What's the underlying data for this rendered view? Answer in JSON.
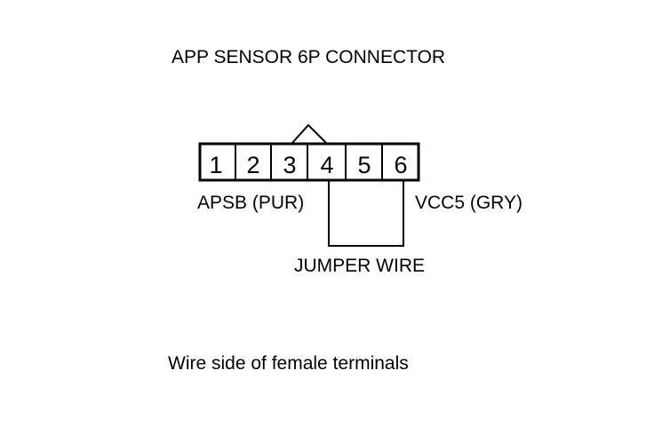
{
  "title": "APP SENSOR 6P CONNECTOR",
  "connector": {
    "pins": [
      "1",
      "2",
      "3",
      "4",
      "5",
      "6"
    ]
  },
  "labels": {
    "left_terminal": "APSB (PUR)",
    "right_terminal": "VCC5 (GRY)",
    "jumper": "JUMPER WIRE"
  },
  "caption": "Wire side of female terminals",
  "colors": {
    "line": "#000000",
    "background": "#ffffff"
  }
}
